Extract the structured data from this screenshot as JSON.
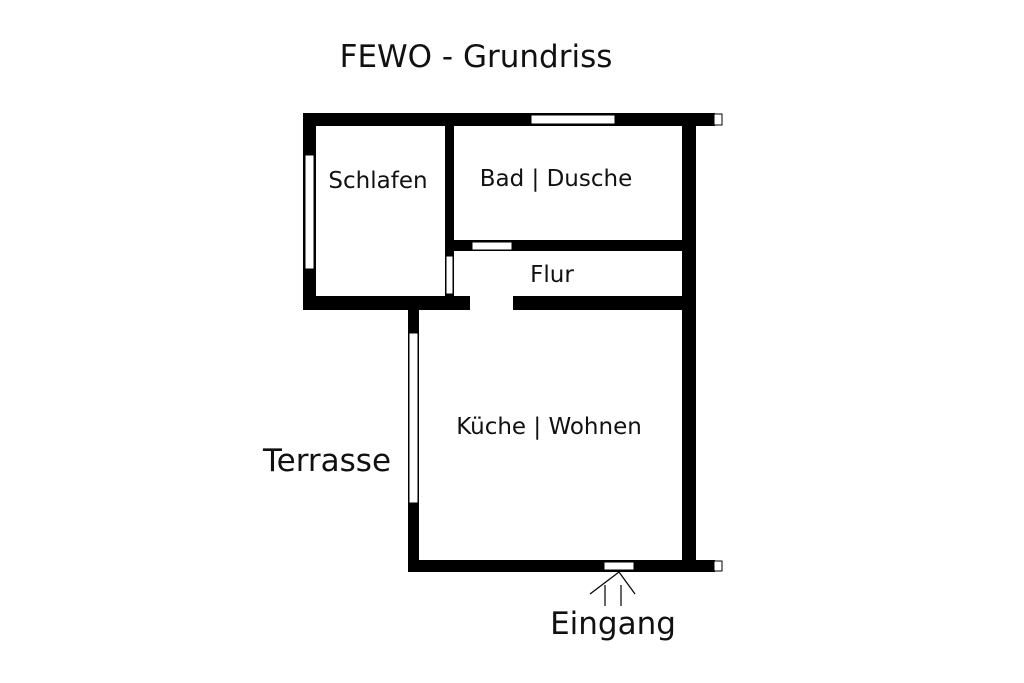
{
  "title": "FEWO - Grundriss",
  "rooms": {
    "schlafen": "Schlafen",
    "bad": "Bad | Dusche",
    "flur": "Flur",
    "kueche": "Küche | Wohnen"
  },
  "labels": {
    "terrasse": "Terrasse",
    "eingang": "Eingang"
  },
  "colors": {
    "wall": "#000000",
    "window": "#ffffff",
    "text": "#111111"
  }
}
